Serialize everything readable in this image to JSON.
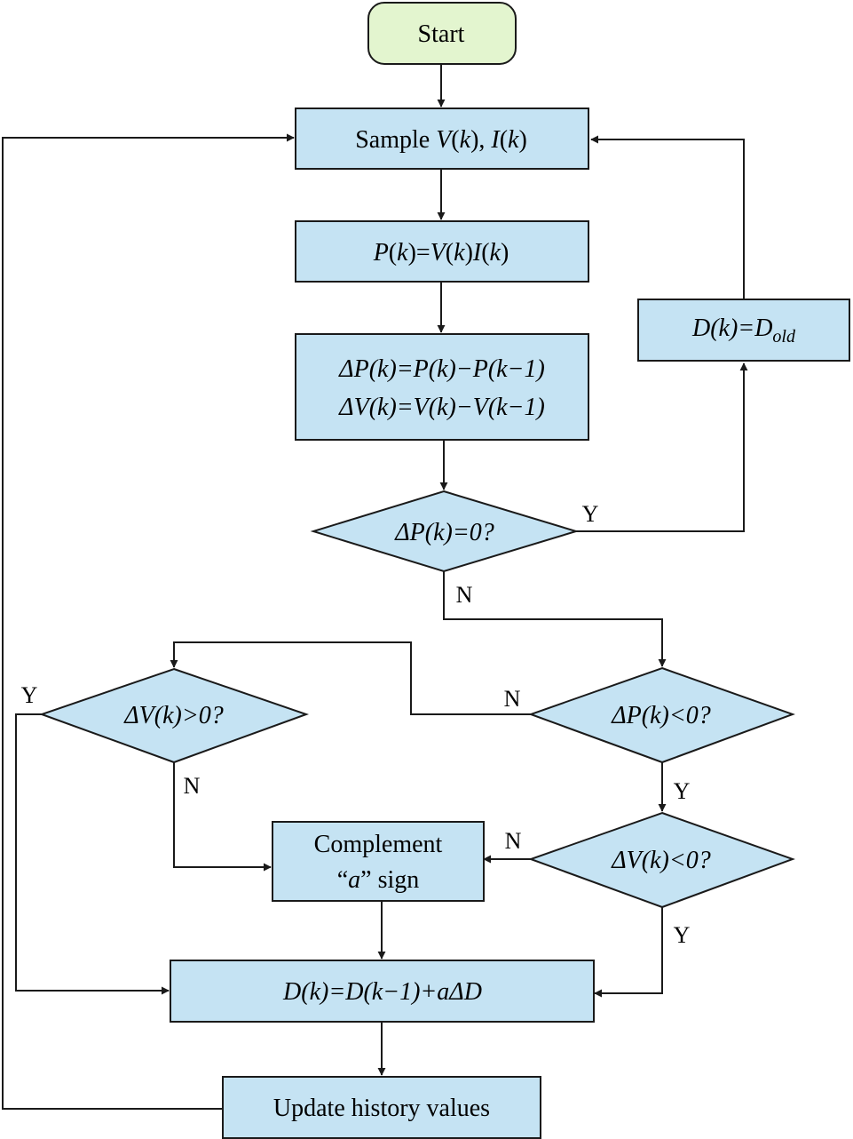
{
  "nodes": {
    "start": "Start",
    "sample": {
      "prefix": "Sample ",
      "v": "V",
      "k1": "k",
      "sep": "), ",
      "i": "I",
      "k2": "k"
    },
    "power": {
      "p": "P",
      "k": "k",
      "eq": ")=",
      "v": "V",
      "i": "I"
    },
    "delta_p_calc": "ΔP(k)=P(k)−P(k−1)",
    "delta_v_calc": "ΔV(k)=V(k)−V(k−1)",
    "dp_zero": "ΔP(k)=0?",
    "d_old": {
      "lhs": "D(k)=D",
      "sub": "old"
    },
    "dp_neg": "ΔP(k)<0?",
    "dv_pos": "ΔV(k)>0?",
    "dv_neg": "ΔV(k)<0?",
    "complement_1": "Complement",
    "complement_2a": "“",
    "complement_2b": "a",
    "complement_2c": "” sign",
    "update_d": "D(k)=D(k−1)+aΔD",
    "update_history": "Update history values"
  },
  "labels": {
    "dp_zero_yes": "Y",
    "dp_zero_no": "N",
    "dp_neg_no": "N",
    "dp_neg_yes": "Y",
    "dv_pos_yes": "Y",
    "dv_pos_no": "N",
    "dv_neg_no": "N",
    "dv_neg_yes": "Y"
  }
}
